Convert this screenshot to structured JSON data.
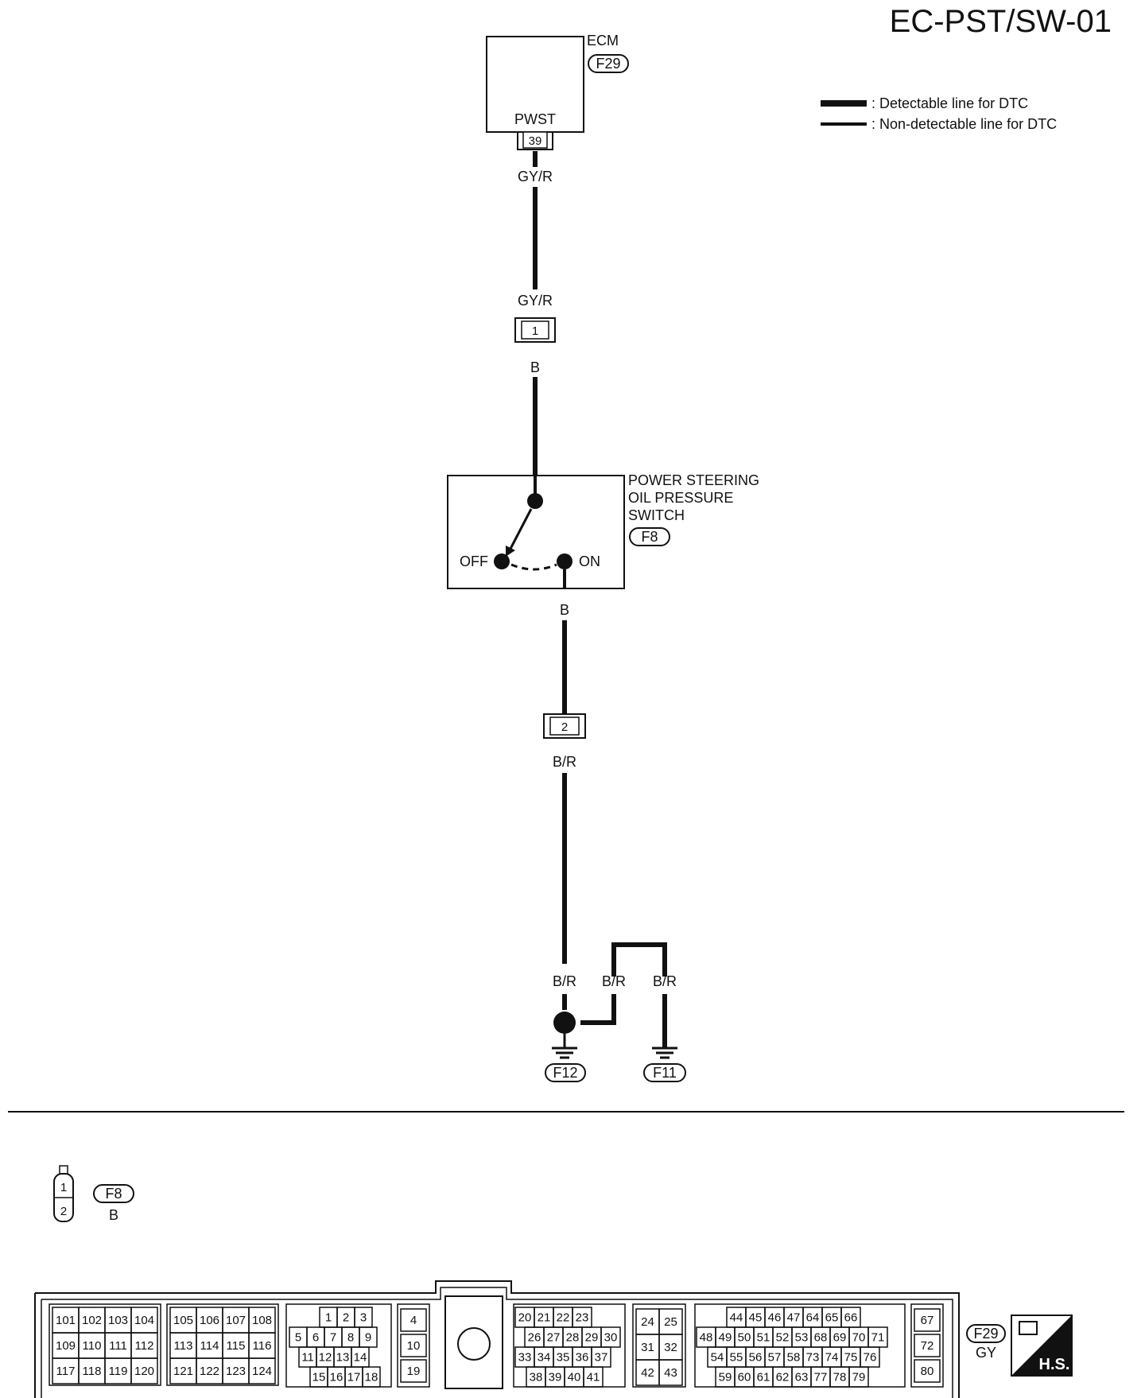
{
  "page_code": "EC-PST/SW-01",
  "legend": {
    "detectable": ": Detectable line for DTC",
    "non_detectable": ": Non-detectable line for DTC"
  },
  "ecm": {
    "name": "ECM",
    "connector": "F29",
    "terminal_label": "PWST",
    "pin": "39"
  },
  "wires": {
    "ecm_out": "GY/R",
    "joint_in": "GY/R",
    "joint_pin": "1",
    "joint_out": "B",
    "switch_out": "B",
    "joint2_pin": "2",
    "joint2_out": "B/R",
    "ground_left": "B/R",
    "ground_mid": "B/R",
    "ground_right": "B/R"
  },
  "switch": {
    "line1": "POWER STEERING",
    "line2": "OIL PRESSURE",
    "line3": "SWITCH",
    "connector": "F8",
    "off_label": "OFF",
    "on_label": "ON"
  },
  "grounds": {
    "left": "F12",
    "right": "F11"
  },
  "connector_f8": {
    "id": "F8",
    "color": "B",
    "pins": [
      "1",
      "2"
    ]
  },
  "connector_f29": {
    "id": "F29",
    "color": "GY",
    "hs_label": "H.S.",
    "block1": [
      [
        "101",
        "102",
        "103",
        "104"
      ],
      [
        "109",
        "110",
        "111",
        "112"
      ],
      [
        "117",
        "118",
        "119",
        "120"
      ]
    ],
    "block2": [
      [
        "105",
        "106",
        "107",
        "108"
      ],
      [
        "113",
        "114",
        "115",
        "116"
      ],
      [
        "121",
        "122",
        "123",
        "124"
      ]
    ],
    "block3": [
      [
        "1",
        "2",
        "3"
      ],
      [
        "5",
        "6",
        "7",
        "8",
        "9"
      ],
      [
        "11",
        "12",
        "13",
        "14"
      ],
      [
        "15",
        "16",
        "17",
        "18"
      ]
    ],
    "block4": [
      "4",
      "10",
      "19"
    ],
    "block5": [
      [
        "20",
        "21",
        "22",
        "23"
      ],
      [
        "26",
        "27",
        "28",
        "29",
        "30"
      ],
      [
        "33",
        "34",
        "35",
        "36",
        "37"
      ],
      [
        "38",
        "39",
        "40",
        "41"
      ]
    ],
    "block6": [
      [
        "24",
        "25"
      ],
      [
        "31",
        "32"
      ],
      [
        "42",
        "43"
      ]
    ],
    "block7": [
      [
        "44",
        "45",
        "46",
        "47",
        "64",
        "65",
        "66"
      ],
      [
        "48",
        "49",
        "50",
        "51",
        "52",
        "53",
        "68",
        "69",
        "70",
        "71"
      ],
      [
        "54",
        "55",
        "56",
        "57",
        "58",
        "73",
        "74",
        "75",
        "76"
      ],
      [
        "59",
        "60",
        "61",
        "62",
        "63",
        "77",
        "78",
        "79"
      ]
    ],
    "block8": [
      "67",
      "72",
      "80"
    ]
  }
}
